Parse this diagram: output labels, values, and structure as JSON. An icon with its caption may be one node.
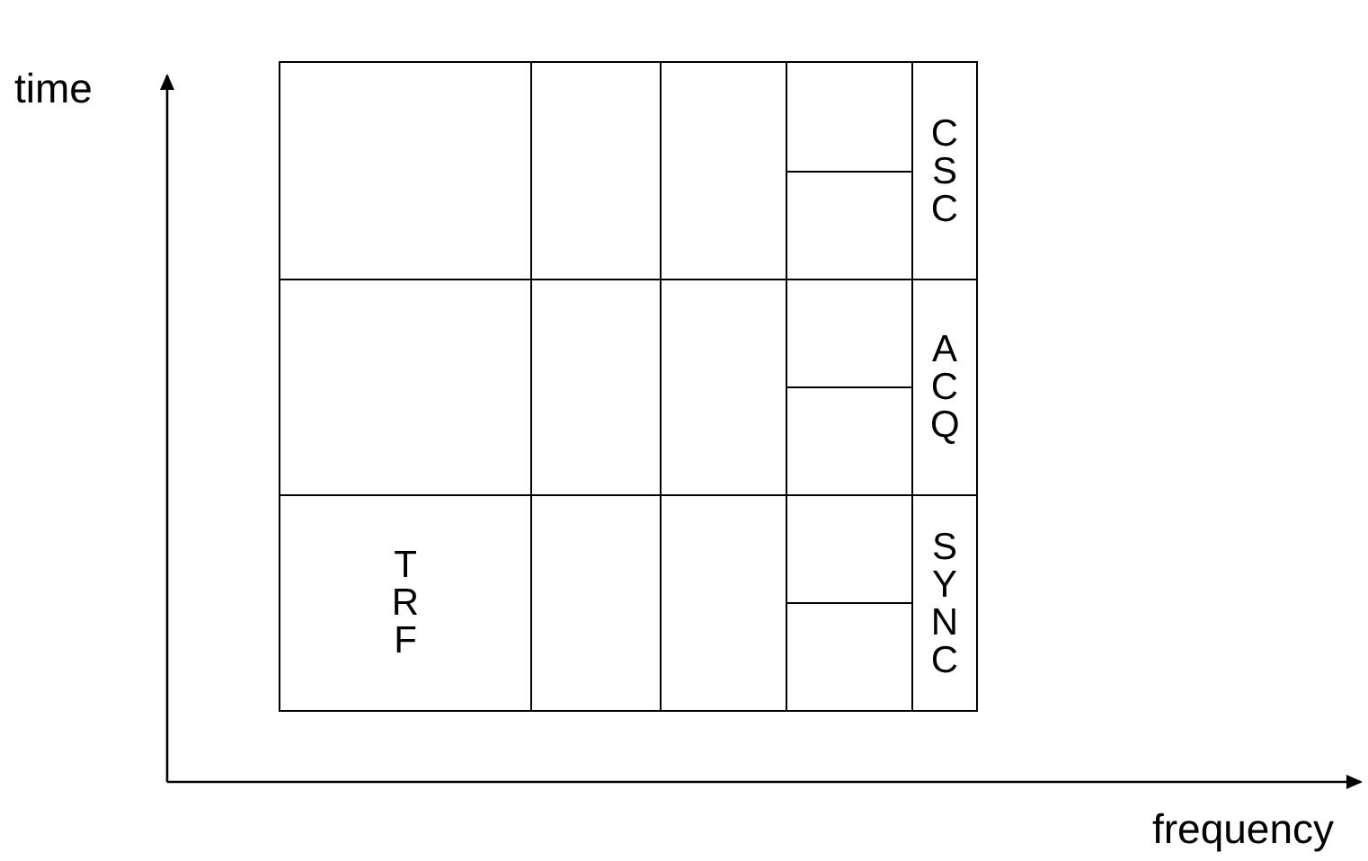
{
  "diagram": {
    "nodes": [
      {
        "text": [],
        "shape": "box"
      },
      {
        "text": [],
        "shape": "box"
      },
      {
        "text": [],
        "shape": "box"
      },
      {
        "text": [],
        "shape": "box"
      },
      {
        "text": [],
        "shape": "box"
      },
      {
        "text": [
          "CSC"
        ]
      },
      {
        "text": [],
        "shape": "box"
      },
      {
        "text": [],
        "shape": "box"
      },
      {
        "text": [],
        "shape": "box"
      },
      {
        "text": [],
        "shape": "box"
      },
      {
        "text": [],
        "shape": "box"
      },
      {
        "text": [
          "ACQ"
        ]
      },
      {
        "text": [
          "TRF"
        ]
      },
      {
        "text": [],
        "shape": "box"
      },
      {
        "text": [],
        "shape": "box"
      },
      {
        "text": [],
        "shape": "box"
      },
      {
        "text": [],
        "shape": "box"
      },
      {
        "text": [
          "SYNC"
        ]
      }
    ],
    "edges": [],
    "labels": [
      "time",
      "frequency"
    ]
  }
}
